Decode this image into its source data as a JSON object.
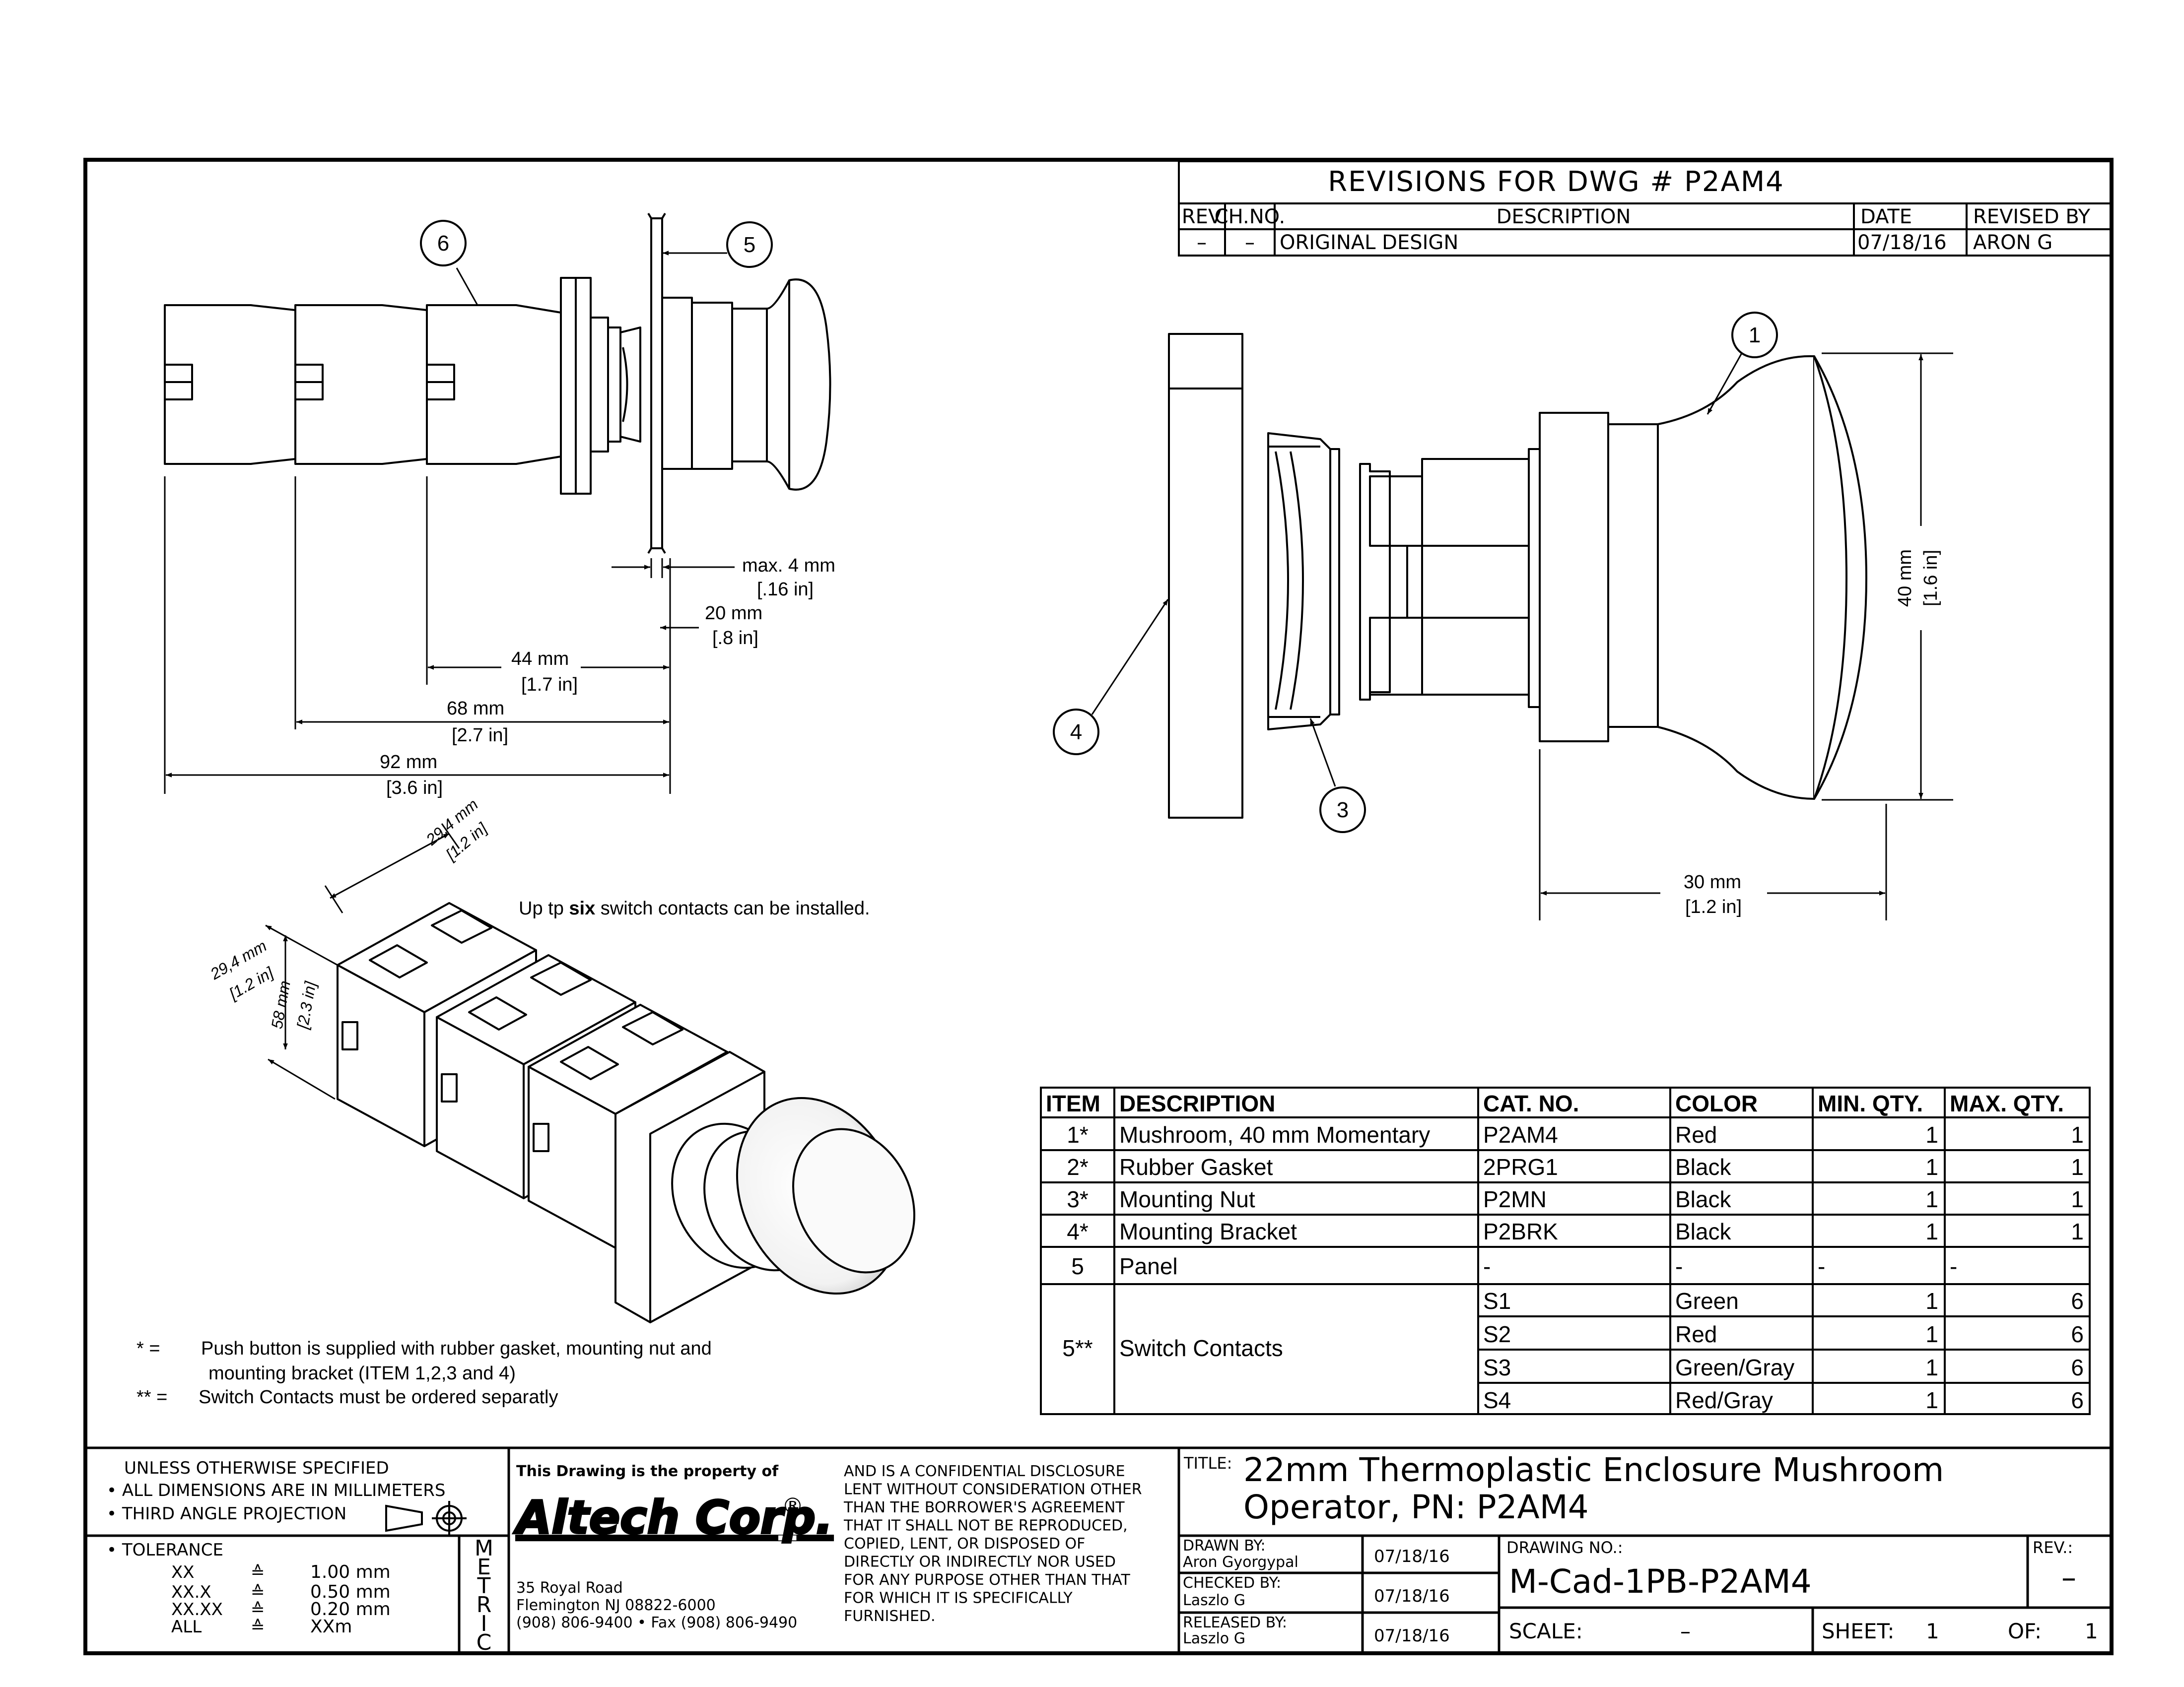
{
  "revisions": {
    "title": "REVISIONS  FOR  DWG  #  P2AM4",
    "headers": [
      "REV",
      "CH.NO.",
      "DESCRIPTION",
      "DATE",
      "REVISED BY"
    ],
    "rows": [
      [
        "–",
        "–",
        "ORIGINAL  DESIGN",
        "07/18/16",
        "ARON  G"
      ]
    ]
  },
  "callouts": [
    "1",
    "3",
    "4",
    "5",
    "6"
  ],
  "dims_side": {
    "max4": "max. 4 mm",
    "max4_in": "[.16 in]",
    "d20": "20 mm",
    "d20_in": "[.8 in]",
    "d44": "44 mm",
    "d44_in": "[1.7 in]",
    "d68": "68 mm",
    "d68_in": "[2.7 in]",
    "d92": "92 mm",
    "d92_in": "[3.6 in]"
  },
  "dims_exploded": {
    "d40": "40 mm",
    "d40_in": "[1.6 in]",
    "d30": "30 mm",
    "d30_in": "[1.2 in]"
  },
  "dims_iso": {
    "w": "29,4 mm",
    "w_in": "[1.2 in]",
    "d": "29,4 mm",
    "d_in": "[1.2 in]",
    "h": "58 mm",
    "h_in": "[2.3 in]"
  },
  "iso_note_pre": "Up tp ",
  "iso_note_bold": "six",
  "iso_note_post": " switch contacts can be installed.",
  "parts_table": {
    "headers": [
      "ITEM",
      "DESCRIPTION",
      "CAT. NO.",
      "COLOR",
      "MIN. QTY.",
      "MAX. QTY."
    ],
    "rows": [
      [
        "1*",
        "Mushroom, 40 mm Momentary",
        "P2AM4",
        "Red",
        "1",
        "1"
      ],
      [
        "2*",
        "Rubber Gasket",
        "2PRG1",
        "Black",
        "1",
        "1"
      ],
      [
        "3*",
        "Mounting Nut",
        "P2MN",
        "Black",
        "1",
        "1"
      ],
      [
        "4*",
        "Mounting Bracket",
        "P2BRK",
        "Black",
        "1",
        "1"
      ],
      [
        "5",
        "Panel",
        "-",
        "-",
        "-",
        "-"
      ]
    ],
    "group_item": "5**",
    "group_desc": "Switch Contacts",
    "group_rows": [
      [
        "S1",
        "Green",
        "1",
        "6"
      ],
      [
        "S2",
        "Red",
        "1",
        "6"
      ],
      [
        "S3",
        "Green/Gray",
        "1",
        "6"
      ],
      [
        "S4",
        "Red/Gray",
        "1",
        "6"
      ]
    ]
  },
  "footnotes": {
    "n1_sym": "*  =",
    "n1_a": "Push button is supplied with rubber gasket, mounting nut and",
    "n1_b": "mounting bracket (ITEM 1,2,3 and 4)",
    "n2_sym": "** =",
    "n2": "Switch Contacts must be ordered separatly"
  },
  "title_block": {
    "unless": "UNLESS  OTHERWISE  SPECIFIED",
    "b1": "• ALL  DIMENSIONS  ARE  IN  MILLIMETERS",
    "b2": "• THIRD  ANGLE  PROJECTION",
    "tol": "• TOLERANCE",
    "tol_rows": [
      [
        "XX",
        "≙",
        "1.00 mm"
      ],
      [
        "XX.X",
        "≙",
        "0.50 mm"
      ],
      [
        "XX.XX",
        "≙",
        "0.20 mm"
      ],
      [
        "ALL",
        "≙",
        "XXm"
      ]
    ],
    "metric": [
      "M",
      "E",
      "T",
      "R",
      "I",
      "C"
    ],
    "property": "This Drawing is the property of",
    "company": "Altech Corp.",
    "reg": "®",
    "addr1": "35 Royal Road",
    "addr2": "Flemington NJ 08822-6000",
    "addr3": "(908) 806-9400 • Fax (908) 806-9490",
    "conf": [
      "AND IS A CONFIDENTIAL DISCLOSURE",
      "LENT WITHOUT CONSIDERATION OTHER",
      "THAN THE BORROWER'S AGREEMENT",
      "THAT IT SHALL NOT BE REPRODUCED,",
      "COPIED, LENT, OR DISPOSED OF",
      "DIRECTLY OR INDIRECTLY NOR USED",
      "FOR ANY PURPOSE OTHER THAN THAT",
      "FOR WHICH IT IS SPECIFICALLY",
      "FURNISHED."
    ],
    "title_lbl": "TITLE:",
    "title1": "22mm  Thermoplastic  Enclosure  Mushroom",
    "title2": "Operator,  PN:  P2AM4",
    "drawn_lbl": "DRAWN  BY:",
    "drawn_by": "Aron  Gyorgypal",
    "drawn_date": "07/18/16",
    "checked_lbl": "CHECKED  BY:",
    "checked_by": "Laszlo  G",
    "checked_date": "07/18/16",
    "released_lbl": "RELEASED  BY:",
    "released_by": "Laszlo  G",
    "released_date": "07/18/16",
    "drawing_no_lbl": "DRAWING  NO.:",
    "drawing_no": "M-Cad-1PB-P2AM4",
    "rev_lbl": "REV.:",
    "rev": "–",
    "scale_lbl": "SCALE:",
    "scale": "–",
    "sheet_lbl": "SHEET:",
    "sheet": "1",
    "of_lbl": "OF:",
    "of": "1"
  }
}
